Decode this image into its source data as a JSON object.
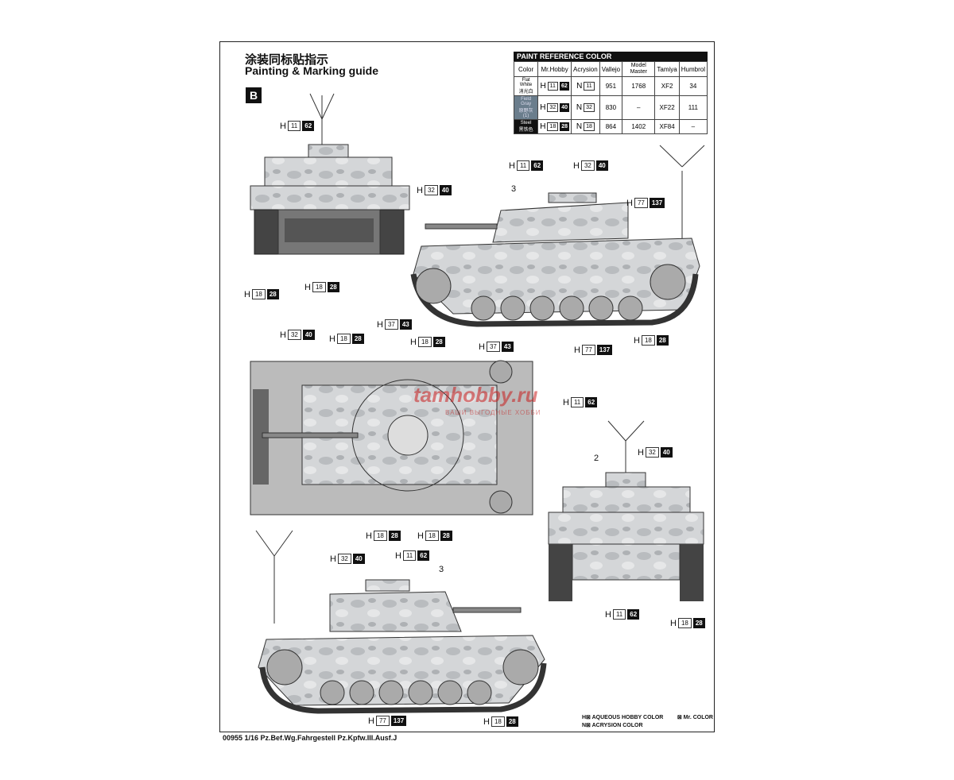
{
  "title_cn": "涂装同标贴指示",
  "title_en": "Painting & Marking guide",
  "section": "B",
  "paint_table": {
    "header": "PAINT  REFERENCE COLOR",
    "columns": [
      "Color",
      "Mr.Hobby",
      "Acrysion",
      "Vallejo",
      "Model Master",
      "Tamiya",
      "Humbrol"
    ],
    "rows": [
      {
        "name": "Flat White",
        "name_cn": "消光白",
        "h1": "11",
        "h2": "62",
        "n": "11",
        "vallejo": "951",
        "mm": "1768",
        "tamiya": "XF2",
        "humbrol": "34"
      },
      {
        "name": "Field Gray",
        "name_cn": "原野灰(1)",
        "h1": "32",
        "h2": "40",
        "n": "32",
        "vallejo": "830",
        "mm": "–",
        "tamiya": "XF22",
        "humbrol": "111"
      },
      {
        "name": "Steel",
        "name_cn": "黑铁色",
        "h1": "18",
        "h2": "28",
        "n": "18",
        "vallejo": "864",
        "mm": "1402",
        "tamiya": "XF84",
        "humbrol": "–"
      }
    ]
  },
  "callouts": [
    {
      "a": "11",
      "b": "62"
    },
    {
      "a": "32",
      "b": "40"
    },
    {
      "a": "18",
      "b": "28"
    },
    {
      "a": "18",
      "b": "28"
    },
    {
      "a": "11",
      "b": "62"
    },
    {
      "a": "32",
      "b": "40"
    },
    {
      "a": "77",
      "b": "137"
    },
    {
      "a": "77",
      "b": "137"
    },
    {
      "a": "18",
      "b": "28"
    },
    {
      "a": "32",
      "b": "40"
    },
    {
      "a": "18",
      "b": "28"
    },
    {
      "a": "37",
      "b": "43"
    },
    {
      "a": "18",
      "b": "28"
    },
    {
      "a": "37",
      "b": "43"
    },
    {
      "a": "11",
      "b": "62"
    },
    {
      "a": "32",
      "b": "40"
    },
    {
      "a": "18",
      "b": "28"
    },
    {
      "a": "18",
      "b": "28"
    },
    {
      "a": "32",
      "b": "40"
    },
    {
      "a": "11",
      "b": "62"
    },
    {
      "a": "11",
      "b": "62"
    },
    {
      "a": "18",
      "b": "28"
    },
    {
      "a": "77",
      "b": "137"
    },
    {
      "a": "18",
      "b": "28"
    }
  ],
  "h_letter": "H",
  "n_letter": "N",
  "marking_numbers": [
    "3",
    "2",
    "3"
  ],
  "legend": {
    "h": "H⊠ AQUEOUS HOBBY COLOR",
    "mr": "⊠ Mr. COLOR",
    "n": "N⊠ ACRYSION COLOR"
  },
  "footer": "00955 1/16 Pz.Bef.Wg.Fahrgestell Pz.Kpfw.III.Ausf.J",
  "watermark": "tamhobby.ru",
  "watermark_sub": "ВАШИ ВЫГОДНЫЕ ХОББИ"
}
